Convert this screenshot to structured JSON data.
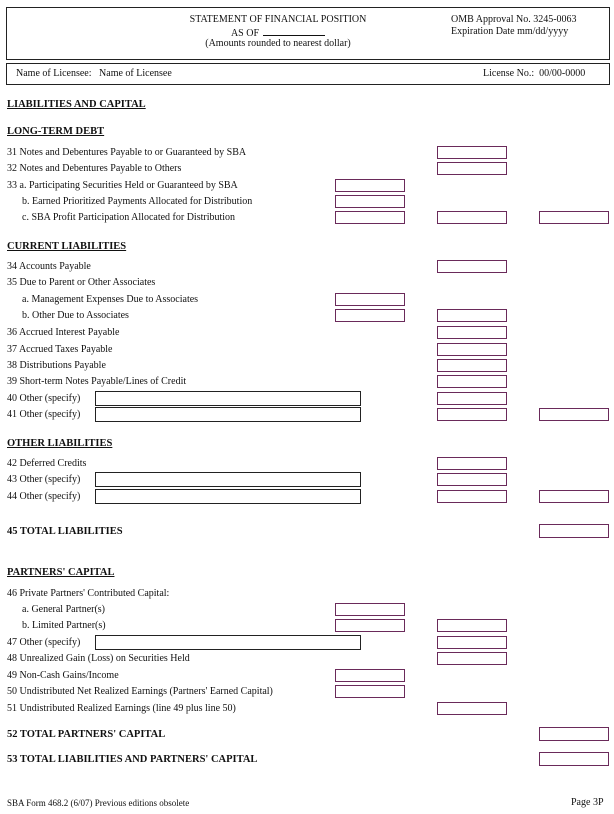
{
  "header": {
    "title": "STATEMENT OF FINANCIAL POSITION",
    "as_of": "AS OF",
    "rounding": "(Amounts rounded to nearest dollar)",
    "omb": "OMB Approval No. 3245-0063",
    "expiration": "Expiration Date  mm/dd/yyyy"
  },
  "licensee": {
    "name_label": "Name of Licensee:",
    "name_value": "Name of Licensee",
    "license_label": "License No.:",
    "license_value": "00/00-0000"
  },
  "sections": {
    "liabilities_capital": "LIABILITIES AND CAPITAL",
    "long_term_debt": "LONG-TERM DEBT",
    "current_liabilities": "CURRENT LIABILITIES",
    "other_liabilities": "OTHER LIABILITIES",
    "partners_capital": "PARTNERS' CAPITAL"
  },
  "lines": {
    "l31": "31  Notes and Debentures Payable to or Guaranteed by SBA",
    "l32": "32  Notes and Debentures Payable to Others",
    "l33a": "33  a. Participating Securities Held or Guaranteed by SBA",
    "l33b": "b. Earned Prioritized Payments Allocated for Distribution",
    "l33c": "c. SBA Profit Participation Allocated for Distribution",
    "l34": "34  Accounts Payable",
    "l35": "35  Due to Parent or Other Associates",
    "l35a": "a.  Management Expenses Due to Associates",
    "l35b": "b. Other Due to Associates",
    "l36": "36  Accrued Interest Payable",
    "l37": "37  Accrued Taxes Payable",
    "l38": "38  Distributions Payable",
    "l39": "39  Short-term Notes Payable/Lines of Credit",
    "l40": "40  Other (specify)",
    "l41": "41  Other (specify)",
    "l42": "42  Deferred Credits",
    "l43": "43  Other (specify)",
    "l44": "44  Other (specify)",
    "l45": "45  TOTAL LIABILITIES",
    "l46": "46  Private Partners' Contributed Capital:",
    "l46a": "a.  General Partner(s)",
    "l46b": "b.  Limited Partner(s)",
    "l47": "47  Other (specify)",
    "l48": "48  Unrealized Gain (Loss) on Securities Held",
    "l49": "49  Non-Cash Gains/Income",
    "l50": "50  Undistributed Net Realized Earnings (Partners' Earned Capital)",
    "l51": "51  Undistributed Realized Earnings (line 49 plus line 50)",
    "l52": "52  TOTAL PARTNERS' CAPITAL",
    "l53": "53  TOTAL LIABILITIES AND  PARTNERS' CAPITAL"
  },
  "footer": {
    "form": "SBA Form 468.2 (6/07) Previous editions obsolete",
    "page": "Page 3P"
  }
}
